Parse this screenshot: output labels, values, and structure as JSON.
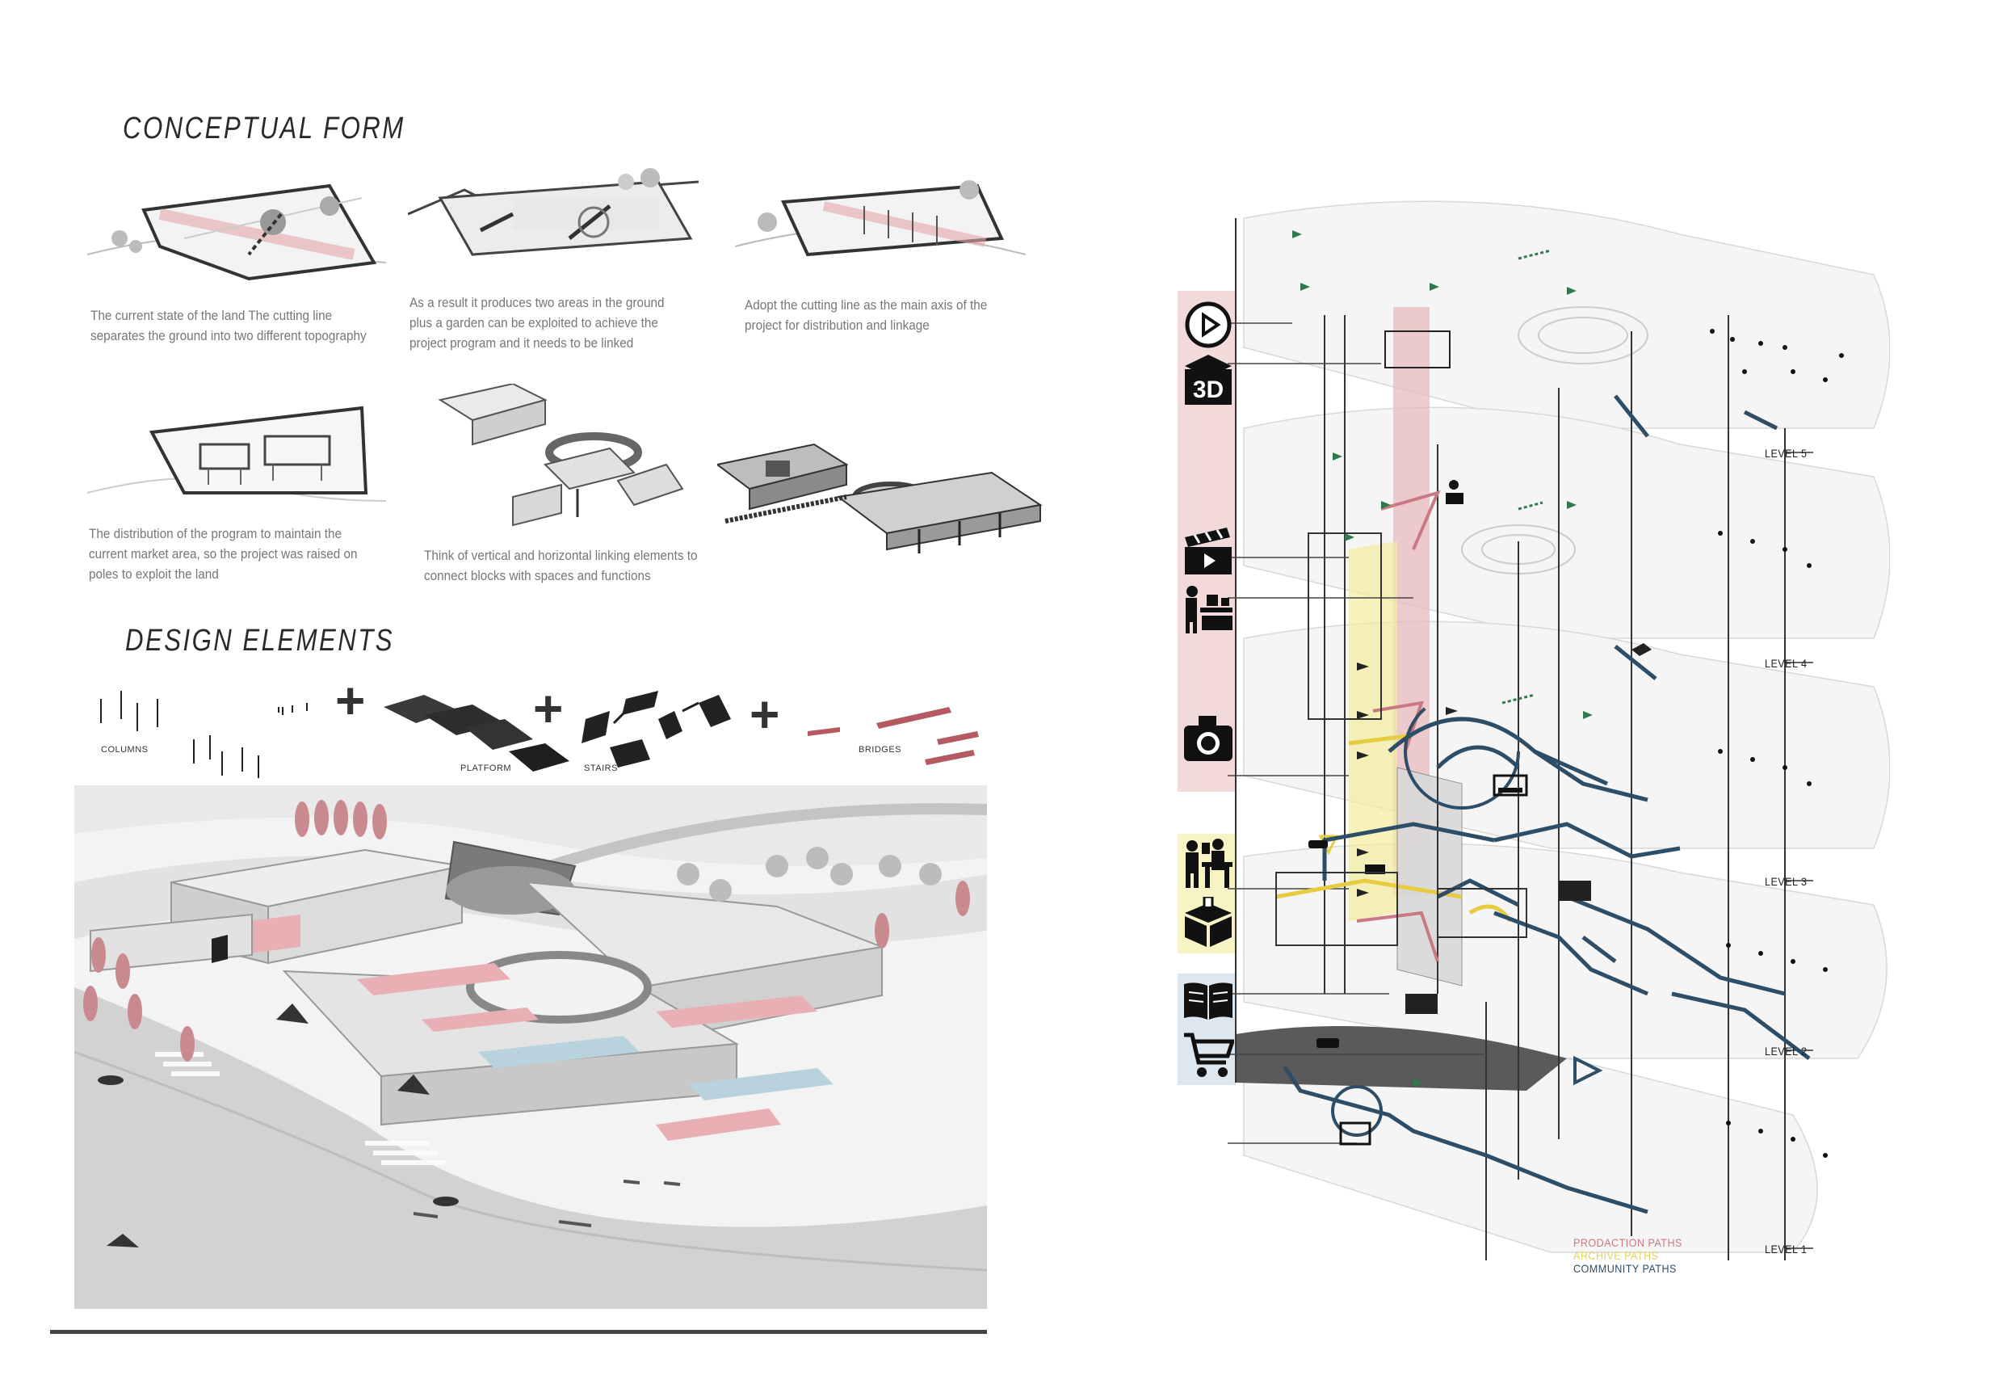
{
  "conceptual_form": {
    "heading": "CONCEPTUAL FORM",
    "steps": [
      {
        "caption": "The current state of the land The cutting line separates the ground into two different topography"
      },
      {
        "caption": "As a result it produces two areas in the ground plus a garden can be exploited to achieve the project program and it needs to be linked"
      },
      {
        "caption": "Adopt the cutting line as the main axis of the project for distribution and linkage"
      },
      {
        "caption": "The distribution of the program to maintain the current market area, so the project was raised on poles to exploit the land"
      },
      {
        "caption": "Think of vertical and horizontal linking elements to connect blocks with spaces and functions"
      }
    ]
  },
  "design_elements": {
    "heading": "DESIGN ELEMENTS",
    "items": [
      {
        "label": "COLUMNS"
      },
      {
        "label": "PLATFORM"
      },
      {
        "label": "STAIRS"
      },
      {
        "label": "BRIDGES"
      }
    ],
    "plus": "+"
  },
  "axonometric": {
    "levels": [
      "LEVEL 5",
      "LEVEL 4",
      "LEVEL 3",
      "LEVEL 2",
      "LEVEL 1"
    ],
    "icon_3d": "3D",
    "icons": [
      {
        "icon": "play-icon"
      },
      {
        "icon": "3d-cube-icon"
      },
      {
        "icon": "clapperboard-icon"
      },
      {
        "icon": "editing-desk-icon"
      },
      {
        "icon": "camera-icon"
      },
      {
        "icon": "workshop-people-icon"
      },
      {
        "icon": "archive-box-icon"
      },
      {
        "icon": "open-book-icon"
      },
      {
        "icon": "shopping-cart-icon"
      }
    ],
    "legend": [
      {
        "label": "PRODACTION PATHS",
        "color": "#c87a82"
      },
      {
        "label": "ARCHIVE PATHS",
        "color": "#e0d55a"
      },
      {
        "label": "COMMUNITY PATHS",
        "color": "#2e4d66"
      }
    ],
    "colors": {
      "production": "#c87a82",
      "archive": "#e6df6a",
      "community": "#2e4d66",
      "production_band": "#f2dada",
      "archive_band": "#f7f3c4",
      "community_band": "#dde7ef"
    }
  }
}
